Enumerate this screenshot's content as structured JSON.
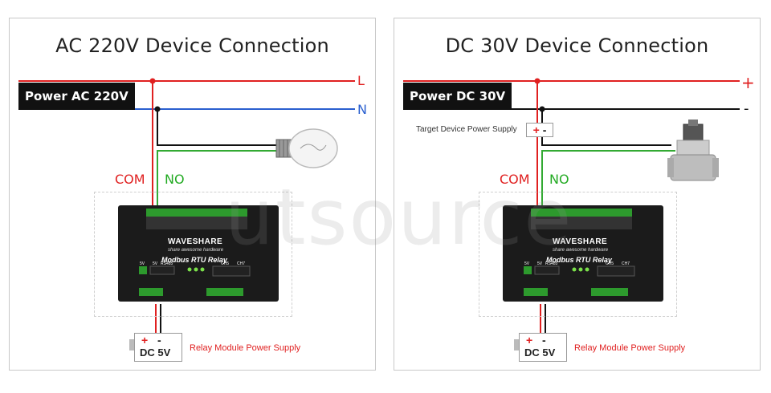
{
  "left_panel": {
    "title": "AC 220V Device Connection",
    "power_label": "Power AC 220V",
    "line_labels": {
      "top": "L",
      "bottom": "N"
    },
    "com_label": "COM",
    "no_label": "NO",
    "load_icon": "light-bulb-icon",
    "module_supply": {
      "plus": "+",
      "minus": "-",
      "text": "DC  5V",
      "caption": "Relay Module Power Supply"
    },
    "device": {
      "brand": "WAVESHARE",
      "tagline": "share awesome hardware",
      "model": "Modbus RTU Relay",
      "port_labels": [
        "5V",
        "5V",
        "RS485",
        "CH5",
        "CH7"
      ]
    }
  },
  "right_panel": {
    "title": "DC 30V Device Connection",
    "power_label": "Power DC 30V",
    "line_labels": {
      "top": "+",
      "bottom": "-"
    },
    "target_supply": {
      "caption": "Target Device Power Supply",
      "plus": "+",
      "minus": "-"
    },
    "com_label": "COM",
    "no_label": "NO",
    "load_icon": "solenoid-valve-icon",
    "module_supply": {
      "plus": "+",
      "minus": "-",
      "text": "DC  5V",
      "caption": "Relay Module Power Supply"
    },
    "device": {
      "brand": "WAVESHARE",
      "tagline": "share awesome hardware",
      "model": "Modbus RTU Relay",
      "port_labels": [
        "5V",
        "5V",
        "RS485",
        "CH5",
        "CH7"
      ]
    }
  },
  "watermark": "utsource",
  "colors": {
    "red": "#e02020",
    "blue": "#2a5fcf",
    "green": "#33aa33",
    "black": "#111111"
  }
}
